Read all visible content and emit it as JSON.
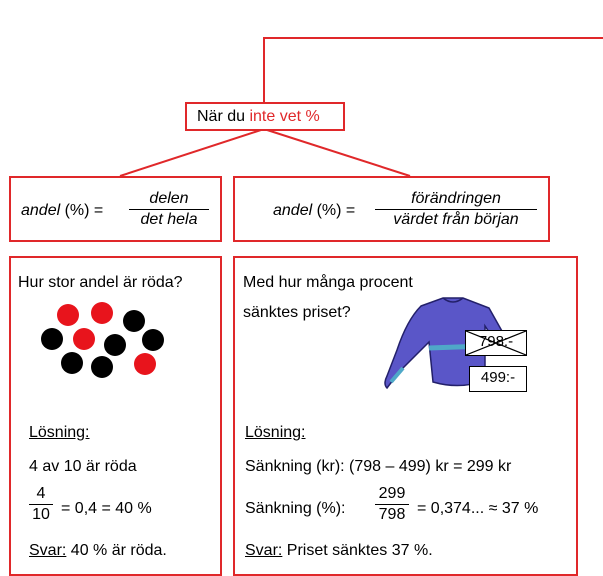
{
  "top": {
    "header_prefix": "När du ",
    "header_highlight": "inte vet %"
  },
  "left_formula": {
    "lhs_italic": "andel",
    "lhs_rest": " (%) =",
    "numerator": "delen",
    "denominator": "det hela"
  },
  "right_formula": {
    "lhs_italic": "andel",
    "lhs_rest": " (%) =",
    "numerator": "förändringen",
    "denominator": "värdet från början"
  },
  "left_example": {
    "question": "Hur stor andel är röda?",
    "solution_label": "Lösning:",
    "step1": "4 av 10 är röda",
    "frac_num": "4",
    "frac_den": "10",
    "frac_result": "= 0,4 = 40 %",
    "answer_label": "Svar:",
    "answer_text": " 40 % är röda."
  },
  "right_example": {
    "question_line1": "Med hur många procent",
    "question_line2": "sänktes priset?",
    "old_price": "798:-",
    "new_price": "499:-",
    "solution_label": "Lösning:",
    "step1": "Sänkning (kr): (798 – 499) kr = 299 kr",
    "step2_label": "Sänkning (%):",
    "frac_num": "299",
    "frac_den": "798",
    "frac_result": "= 0,374... ≈ 37 %",
    "answer_label": "Svar:",
    "answer_text": " Priset sänktes 37 %."
  },
  "colors": {
    "accent_red": "#e0282a",
    "sweater_blue": "#5a56c8",
    "dot_black": "#000000",
    "dot_red": "#e8141c"
  }
}
